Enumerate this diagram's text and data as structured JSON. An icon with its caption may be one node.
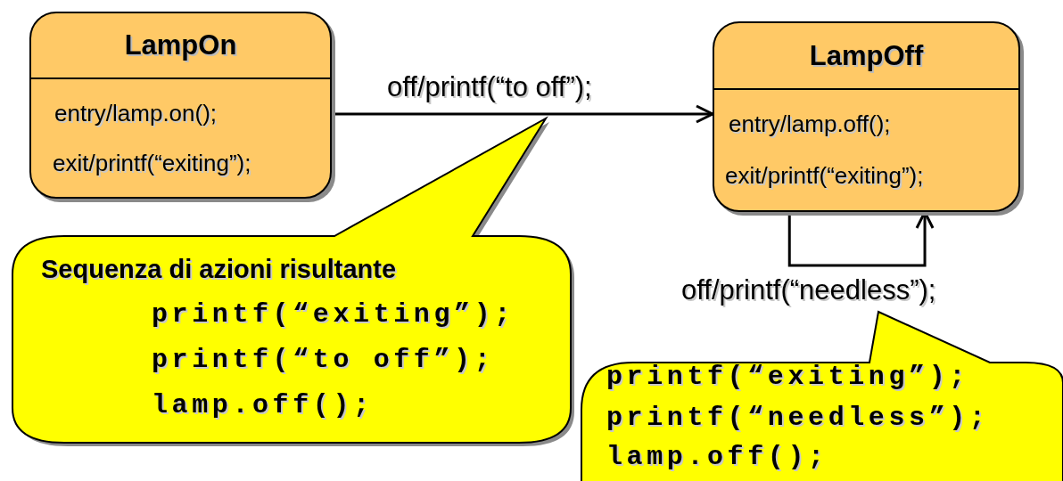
{
  "diagram": {
    "nodes": [
      {
        "text": [
          "LampOn",
          "entry/lamp.on();",
          "exit/printf(“exiting”);"
        ]
      },
      {
        "text": [
          "LampOff",
          "entry/lamp.off();",
          "exit/printf(“exiting”);"
        ]
      },
      {
        "text": [
          "Sequenza di azioni risultante",
          "printf(“exiting”);",
          "printf(“to off”);",
          "lamp.off();"
        ]
      },
      {
        "text": [
          "printf(“exiting”);",
          "printf(“needless”);",
          "lamp.off();"
        ]
      }
    ],
    "edges": [
      {
        "from": 0,
        "to": 1,
        "arrow": "to",
        "label": "off/printf(“to off”);"
      },
      {
        "from": 1,
        "to": 1,
        "arrow": "to",
        "label": "off/printf(“needless”);"
      }
    ]
  }
}
